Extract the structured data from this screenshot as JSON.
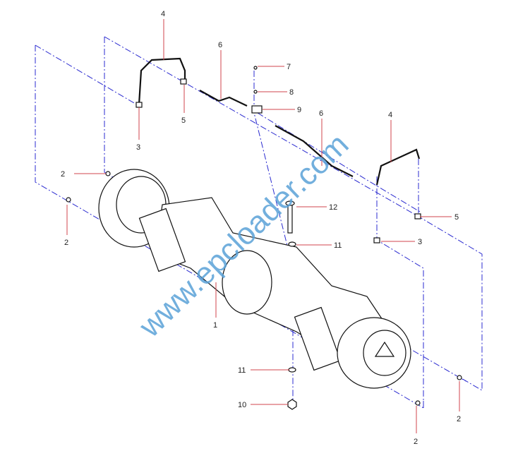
{
  "diagram": {
    "watermark": "www.epcloader.com",
    "callouts": [
      {
        "id": "4a",
        "label": "4"
      },
      {
        "id": "6a",
        "label": "6"
      },
      {
        "id": "7",
        "label": "7"
      },
      {
        "id": "8",
        "label": "8"
      },
      {
        "id": "9",
        "label": "9"
      },
      {
        "id": "6b",
        "label": "6"
      },
      {
        "id": "4b",
        "label": "4"
      },
      {
        "id": "5a",
        "label": "5"
      },
      {
        "id": "3a",
        "label": "3"
      },
      {
        "id": "2a",
        "label": "2"
      },
      {
        "id": "2b",
        "label": "2"
      },
      {
        "id": "12",
        "label": "12"
      },
      {
        "id": "11a",
        "label": "11"
      },
      {
        "id": "1",
        "label": "1"
      },
      {
        "id": "5b",
        "label": "5"
      },
      {
        "id": "3b",
        "label": "3"
      },
      {
        "id": "11b",
        "label": "11"
      },
      {
        "id": "10",
        "label": "10"
      },
      {
        "id": "2c",
        "label": "2"
      },
      {
        "id": "2d",
        "label": "2"
      }
    ],
    "colors": {
      "leader": "#d0454c",
      "centerline": "#2b2bd0",
      "watermark": "#5aa2d8"
    }
  }
}
